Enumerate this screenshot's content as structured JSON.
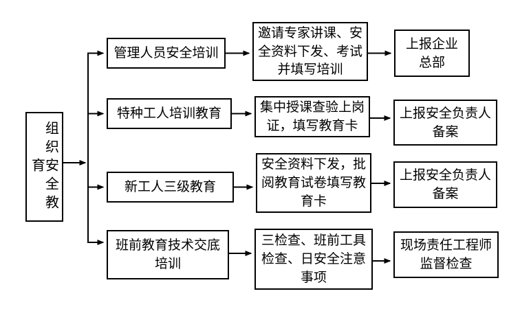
{
  "diagram": {
    "title_hint": "安全教育组织流程图",
    "colors": {
      "background": "#ffffff",
      "box_border": "#000000",
      "line": "#000000",
      "text": "#000000"
    },
    "root": {
      "label": "组织安全教育"
    },
    "rows": [
      {
        "step": "管理人员安全培训",
        "process": "邀请专家讲课、安\n全资料下发、考试\n并填写培训",
        "result": "上报企业\n总部"
      },
      {
        "step": "特种工人培训教育",
        "process": "集中授课查验上岗\n证，填写教育卡",
        "result": "上报安全负责人\n备案"
      },
      {
        "step": "新工人三级教育",
        "process": "安全资料下发，批\n阅教育试卷填写教\n育卡",
        "result": "上报安全负责人\n备案"
      },
      {
        "step": "班前教育技术交底\n培训",
        "process": "三检查、班前工具\n检查、日安全注意\n事项",
        "result": "现场责任工程师\n监督检查"
      }
    ]
  }
}
